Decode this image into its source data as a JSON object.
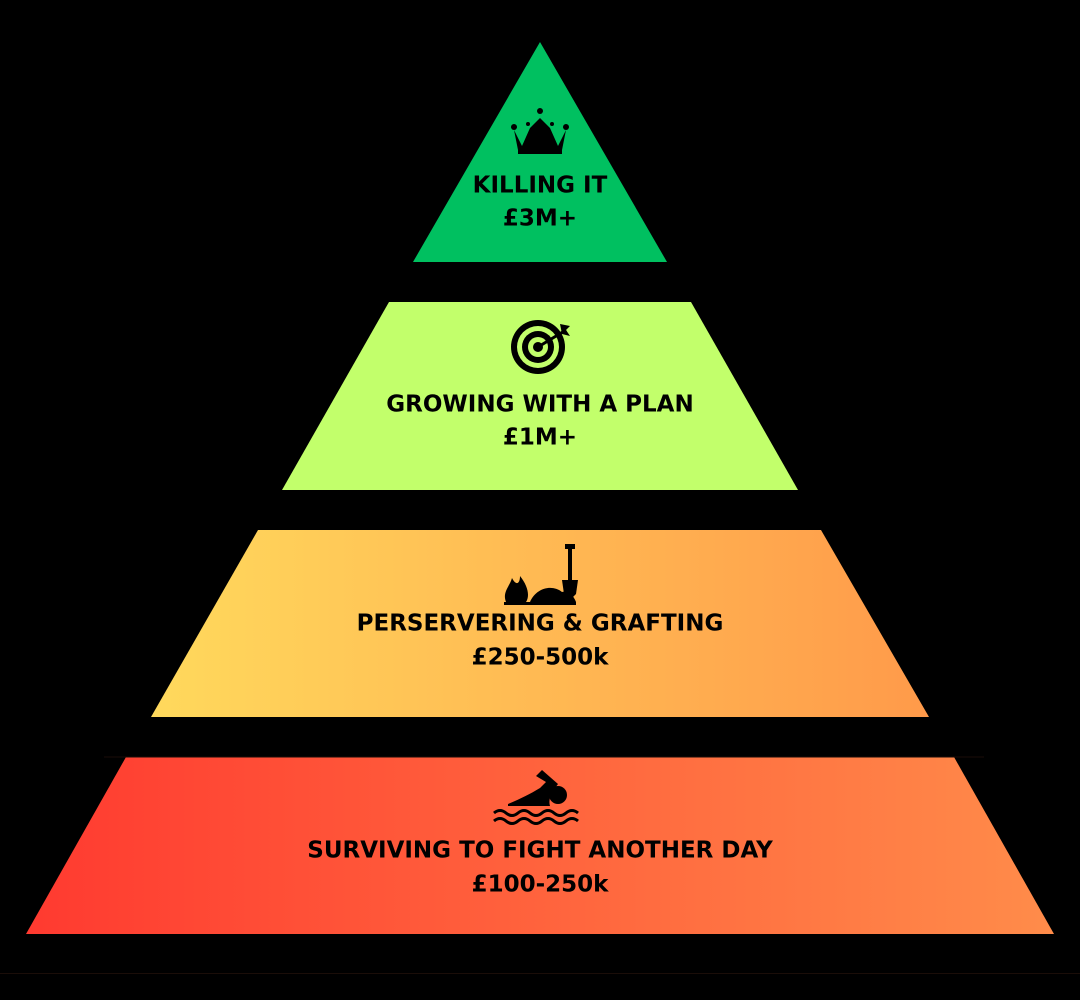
{
  "tiers": [
    {
      "id": "killing-it",
      "title": "KILLING IT",
      "value": "£3M+",
      "icon": "crown-icon",
      "color": "#00c060"
    },
    {
      "id": "growing",
      "title": "GROWING WITH A PLAN",
      "value": "£1M+",
      "icon": "target-icon",
      "color": "#c2ff6b"
    },
    {
      "id": "perservering",
      "title": "PERSERVERING & GRAFTING",
      "value": "£250-500k",
      "icon": "shovel-fire-icon",
      "gradient": [
        "#ffd95c",
        "#ff9a4a"
      ]
    },
    {
      "id": "surviving",
      "title": "SURVIVING TO FIGHT ANOTHER DAY",
      "value": "£100-250k",
      "icon": "swimmer-icon",
      "gradient": [
        "#ff3a30",
        "#ff8c4a"
      ]
    }
  ]
}
